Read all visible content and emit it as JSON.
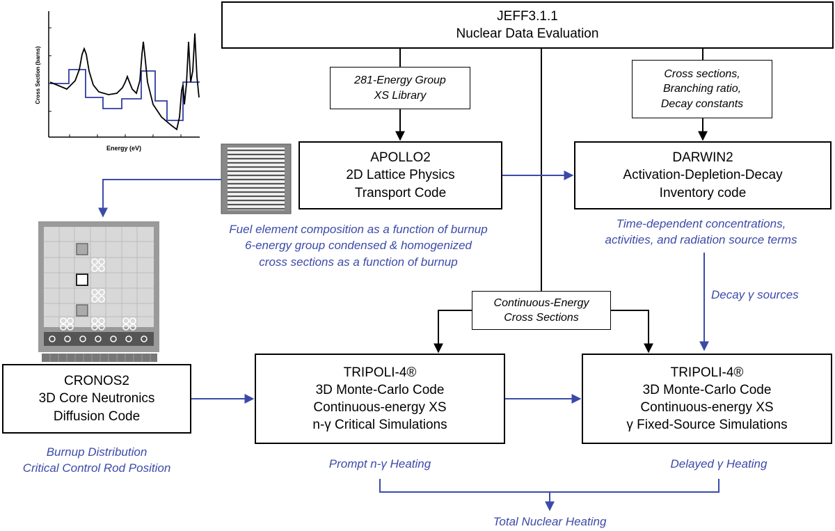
{
  "colors": {
    "arrow_black": "#000000",
    "arrow_blue": "#3b4aa8",
    "caption_blue": "#3b4aa8"
  },
  "boxes": {
    "jeff": [
      "JEFF3.1.1",
      "Nuclear Data Evaluation"
    ],
    "xs_library": [
      "281-Energy Group",
      "XS Library"
    ],
    "decay_data": [
      "Cross sections,",
      "Branching ratio,",
      "Decay constants"
    ],
    "apollo": [
      "APOLLO2",
      "2D Lattice Physics",
      "Transport Code"
    ],
    "darwin": [
      "DARWIN2",
      "Activation-Depletion-Decay",
      "Inventory code"
    ],
    "continuous_xs": [
      "Continuous-Energy",
      "Cross Sections"
    ],
    "cronos": [
      "CRONOS2",
      "3D Core Neutronics",
      "Diffusion Code"
    ],
    "tripoli_ng": [
      "TRIPOLI-4®",
      "3D Monte-Carlo Code",
      "Continuous-energy XS",
      "n-γ Critical Simulations"
    ],
    "tripoli_g": [
      "TRIPOLI-4®",
      "3D Monte-Carlo Code",
      "Continuous-energy XS",
      "γ Fixed-Source Simulations"
    ]
  },
  "captions": {
    "apollo_out": [
      "Fuel element composition as a function of burnup",
      "6-energy group condensed & homogenized",
      "cross sections as a function of burnup"
    ],
    "darwin_out": [
      "Time-dependent concentrations,",
      "activities, and radiation source terms"
    ],
    "decay_sources": [
      "Decay γ sources"
    ],
    "cronos_out": [
      "Burnup Distribution",
      "Critical Control Rod Position"
    ],
    "prompt": [
      "Prompt n-γ Heating"
    ],
    "delayed": [
      "Delayed γ Heating"
    ],
    "total": [
      "Total Nuclear Heating"
    ]
  },
  "xs_plot": {
    "ylabel": "Cross Section (barns)",
    "xlabel": "Energy (eV)"
  }
}
